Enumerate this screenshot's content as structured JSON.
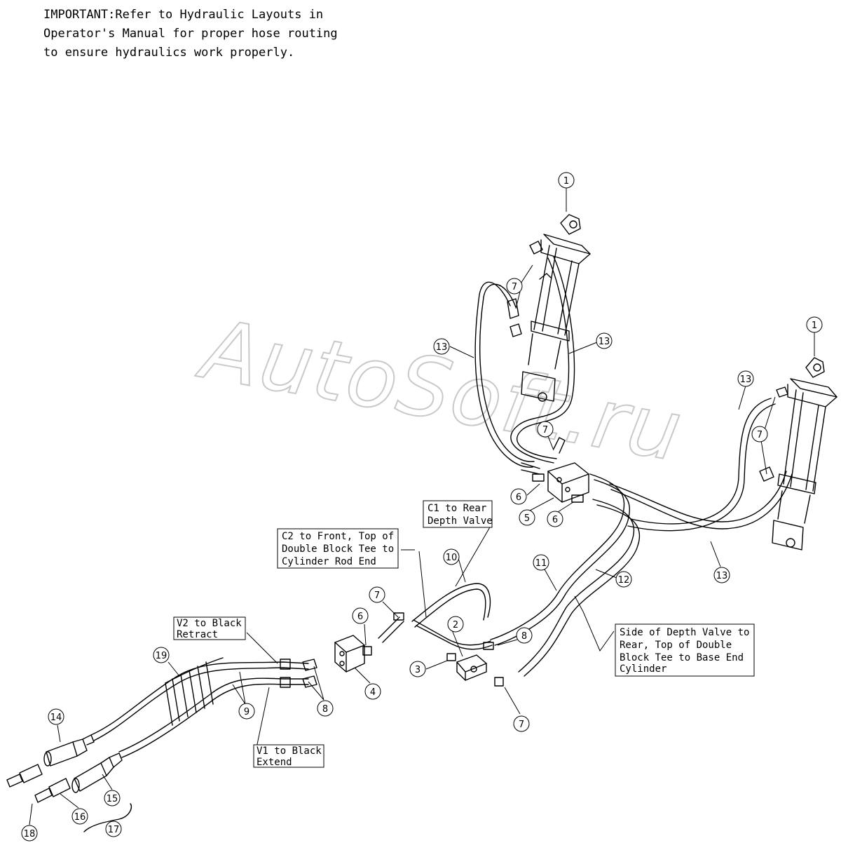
{
  "note": {
    "line1": "IMPORTANT:Refer to Hydraulic Layouts in",
    "line2": "Operator's Manual for proper hose routing",
    "line3": "to ensure hydraulics work properly."
  },
  "watermark": "AutoSoft.ru",
  "callouts": {
    "c1a": "1",
    "c1b": "1",
    "c2": "2",
    "c3": "3",
    "c4": "4",
    "c5": "5",
    "c6a": "6",
    "c6b": "6",
    "c6c": "6",
    "c7a": "7",
    "c7b": "7",
    "c7c": "7",
    "c7d": "7",
    "c7e": "7",
    "c8a": "8",
    "c8b": "8",
    "c9": "9",
    "c10": "10",
    "c11": "11",
    "c12": "12",
    "c13a": "13",
    "c13b": "13",
    "c13c": "13",
    "c13d": "13",
    "c14": "14",
    "c15": "15",
    "c16": "16",
    "c17": "17",
    "c18": "18",
    "c19": "19"
  },
  "boxes": {
    "c1_rear": [
      "C1 to Rear",
      "Depth Valve"
    ],
    "c2_front": [
      "C2 to Front, Top of",
      "Double Block Tee to",
      "Cylinder Rod End"
    ],
    "v2_black": [
      "V2 to Black",
      "Retract"
    ],
    "v1_black": [
      "V1 to Black",
      "Extend"
    ],
    "side_depth": [
      "Side of Depth Valve to",
      "Rear, Top of Double",
      "Block Tee to Base End",
      "Cylinder"
    ]
  },
  "colors": {
    "line": "#000000",
    "watermark_outline": "#c9c9c9"
  }
}
